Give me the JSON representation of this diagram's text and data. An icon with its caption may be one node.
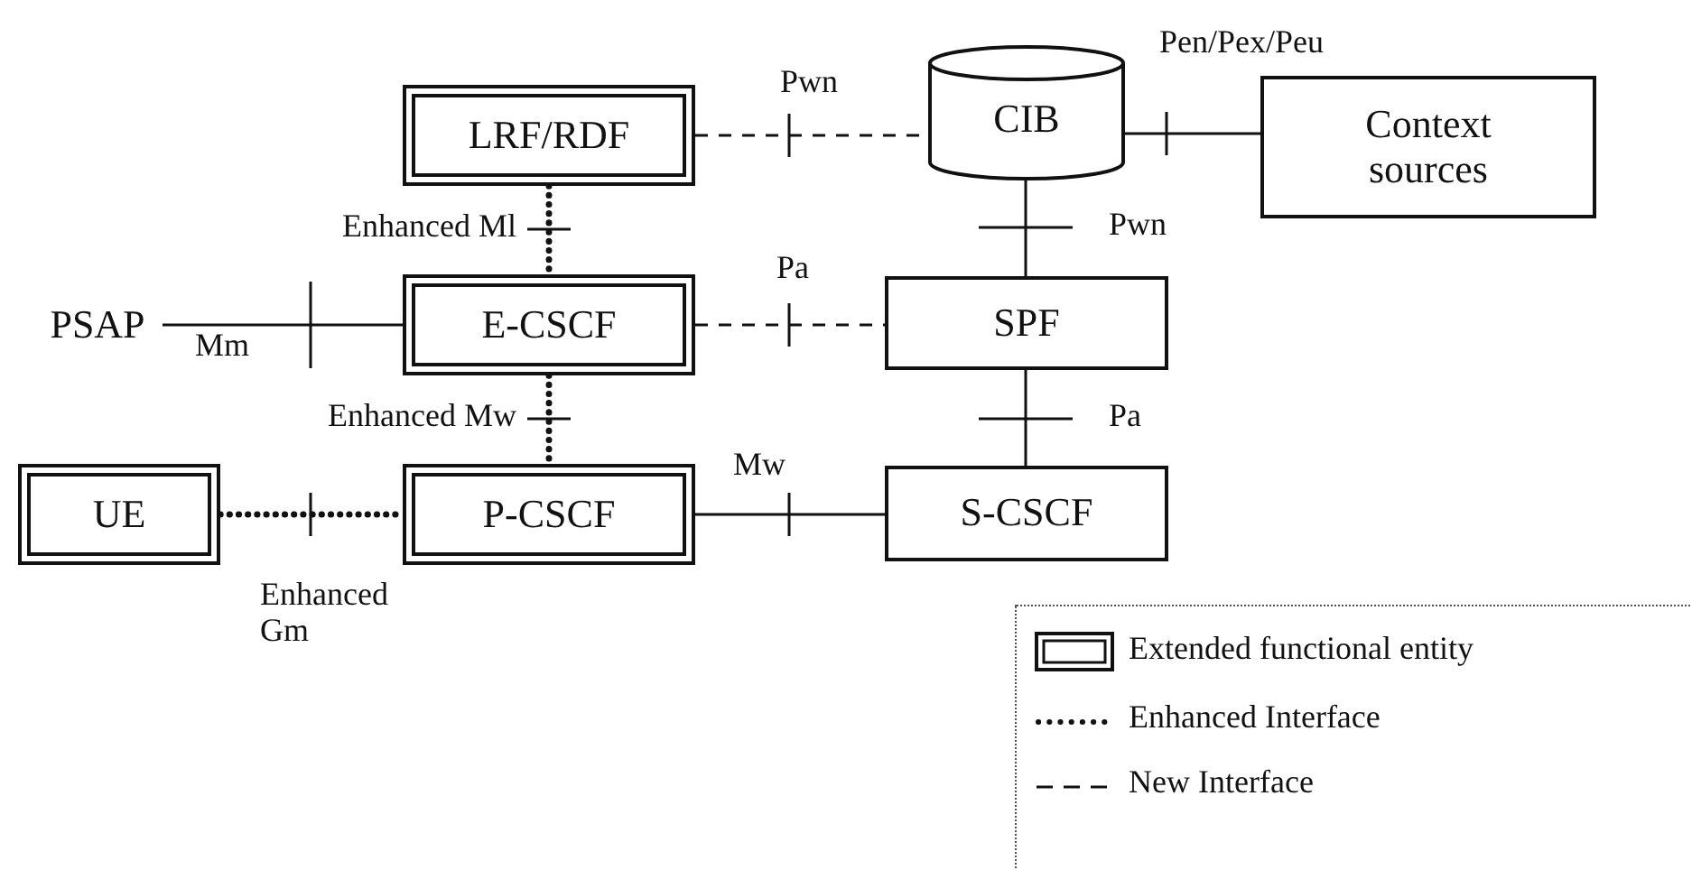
{
  "diagram": {
    "nodes": [
      {
        "text": [
          "LRF/RDF"
        ]
      },
      {
        "text": [
          "CIB"
        ]
      },
      {
        "text": [
          "Context sources"
        ]
      },
      {
        "text": [
          "PSAP"
        ]
      },
      {
        "text": [
          "E-CSCF"
        ]
      },
      {
        "text": [
          "SPF"
        ]
      },
      {
        "text": [
          "UE"
        ]
      },
      {
        "text": [
          "P-CSCF"
        ]
      },
      {
        "text": [
          "S-CSCF"
        ]
      }
    ],
    "edges": [
      {
        "from": 0,
        "to": 1,
        "arrow": "none",
        "label": "Pwn",
        "style": "dashed"
      },
      {
        "from": 1,
        "to": 2,
        "arrow": "none",
        "label": "Pen/Pex/Peu"
      },
      {
        "from": 0,
        "to": 4,
        "arrow": "none",
        "label": "Enhanced Ml",
        "style": "dashed"
      },
      {
        "from": 1,
        "to": 5,
        "arrow": "none",
        "label": "Pwn"
      },
      {
        "from": 3,
        "to": 4,
        "arrow": "none",
        "label": "Mm"
      },
      {
        "from": 4,
        "to": 5,
        "arrow": "none",
        "label": "Pa",
        "style": "dashed"
      },
      {
        "from": 5,
        "to": 8,
        "arrow": "none",
        "label": "Pa"
      },
      {
        "from": 4,
        "to": 7,
        "arrow": "none",
        "label": "Enhanced Mw",
        "style": "dashed"
      },
      {
        "from": 6,
        "to": 7,
        "arrow": "none",
        "label": "Enhanced Gm",
        "style": "dashed"
      },
      {
        "from": 7,
        "to": 8,
        "arrow": "none",
        "label": "Mw"
      }
    ],
    "legend": [
      {
        "text": "Extended functional entity"
      },
      {
        "text": "Enhanced Interface"
      },
      {
        "text": "New Interface"
      }
    ]
  }
}
